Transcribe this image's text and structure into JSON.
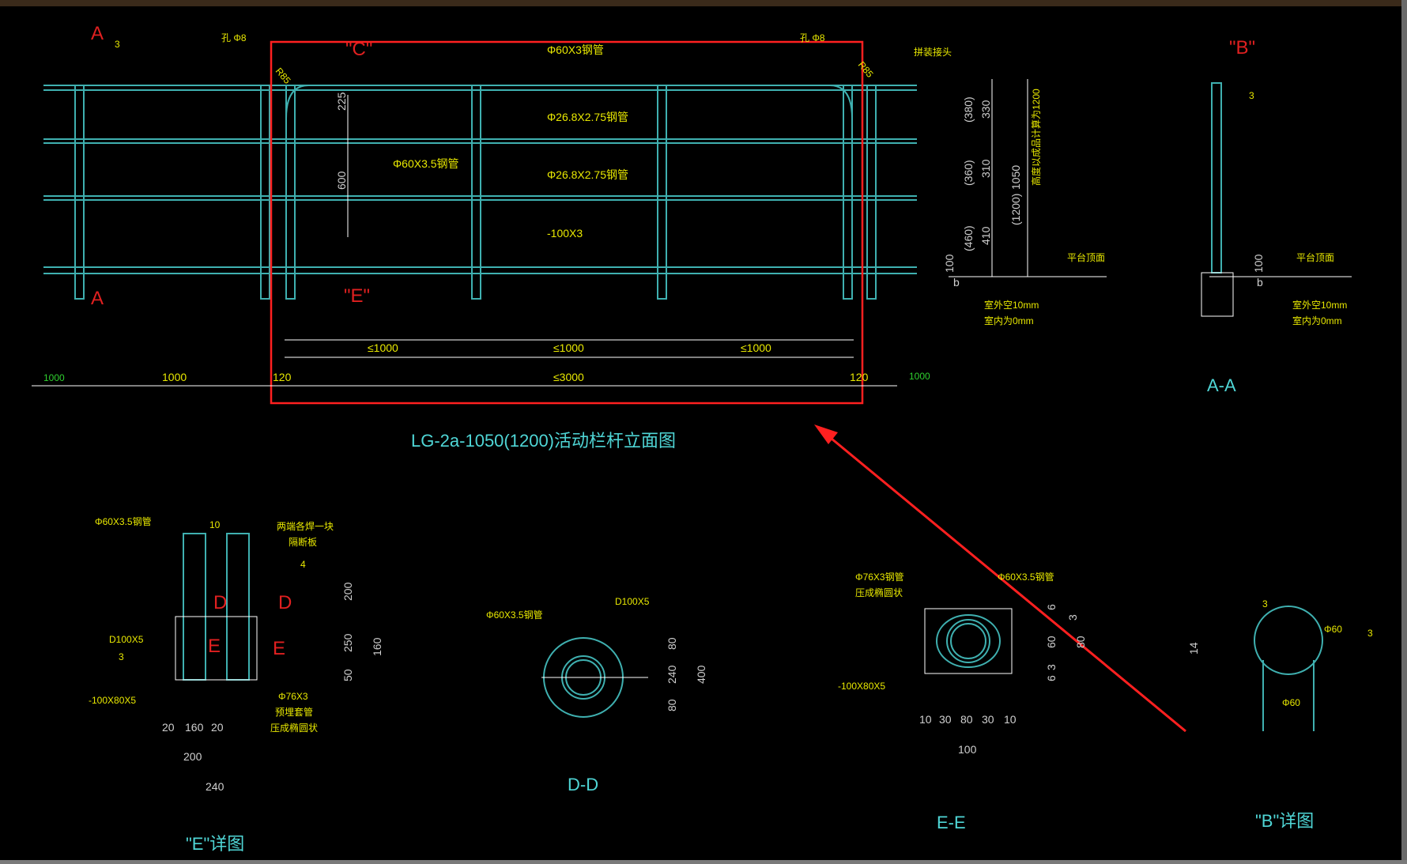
{
  "colors": {
    "background": "#000000",
    "pipe": "#3fb0b0",
    "dimension": "#ffffff",
    "label": "#e8e800",
    "title": "#4fd6d6",
    "marker": "#e02020",
    "highlight_box": "#ff2020",
    "arrow": "#ff2020"
  },
  "main": {
    "title": "LG-2a-1050(1200)活动栏杆立面图",
    "marker_A_top": "A",
    "marker_A_bottom": "A",
    "marker_C": "\"C\"",
    "marker_E": "\"E\"",
    "weld_3": "3",
    "hole_left": "孔 Φ8",
    "hole_right": "孔 Φ8",
    "r_left": "R85",
    "r_right": "R85",
    "top_pipe": "Φ60X3钢管",
    "rail1": "Φ26.8X2.75钢管",
    "rail2": "Φ26.8X2.75钢管",
    "post": "Φ60X3.5钢管",
    "plate": "-100X3",
    "bolt_label": "拼装接头",
    "dim_225": "225",
    "dim_600": "600",
    "right_dims": [
      "(380)",
      "330",
      "(360)",
      "310",
      "(460)",
      "410"
    ],
    "dim_1050": "1050",
    "dim_height_note": "(1200)",
    "dim_height_text": "高度以成品计算为1200",
    "dim_100": "100",
    "dim_b": "b",
    "platform": "平台顶面",
    "outdoor": "室外空10mm",
    "indoor": "室内为0mm",
    "span1": "≤1000",
    "span2": "≤1000",
    "span3": "≤1000",
    "total": "≤3000",
    "end_left": "120",
    "end_right": "120",
    "left_1000a": "1000",
    "left_1000b": "1000",
    "right_1000": "1000"
  },
  "section_aa": {
    "title": "A-A",
    "marker_B": "\"B\"",
    "weld": "3",
    "dim_100": "100",
    "dim_b": "b",
    "platform": "平台顶面",
    "outdoor": "室外空10mm",
    "indoor": "室内为0mm"
  },
  "detail_e": {
    "title": "\"E\"详图",
    "pipe": "Φ60X3.5钢管",
    "gap": "10",
    "note1": "两端各焊一块",
    "note2": "隔断板",
    "weld4": "4",
    "d100": "D100X5",
    "weld3": "3",
    "plate": "-100X80X5",
    "sleeve1": "Φ76X3",
    "sleeve2": "预埋套管",
    "sleeve3": "压成椭圆状",
    "marker_D1": "D",
    "marker_D2": "D",
    "marker_E1": "E",
    "marker_E2": "E",
    "dims_right": [
      "200",
      "250",
      "50",
      "160"
    ],
    "b20a": "20",
    "b160": "160",
    "b20b": "20",
    "b200": "200",
    "b240": "240"
  },
  "section_dd": {
    "title": "D-D",
    "pipe": "Φ60X3.5钢管",
    "plate": "D100X5",
    "dims": [
      "80",
      "240",
      "80",
      "400"
    ]
  },
  "section_ee": {
    "title": "E-E",
    "sleeve": "Φ76X3钢管",
    "sleeve_note": "压成椭圆状",
    "pipe": "Φ60X3.5钢管",
    "plate": "-100X80X5",
    "dims_right": [
      "6",
      "3",
      "60",
      "3",
      "6",
      "80"
    ],
    "dims_bottom": [
      "10",
      "30",
      "80",
      "30",
      "10"
    ],
    "total": "100"
  },
  "detail_b": {
    "title": "\"B\"详图",
    "weld": "3",
    "hole": "Φ60",
    "weld2": "3",
    "dim14": "14",
    "dia": "Φ60"
  }
}
